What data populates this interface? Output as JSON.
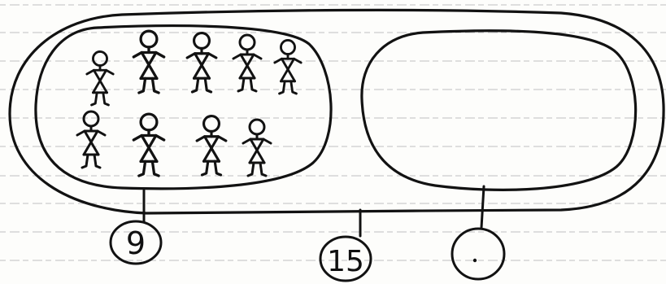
{
  "diagram": {
    "type": "part-whole-model",
    "whole": {
      "label": "15"
    },
    "parts": [
      {
        "label": "9",
        "figures": 9,
        "content": "stick-figures"
      },
      {
        "label": "",
        "figures": 0,
        "content": "empty",
        "mark": "dot"
      }
    ]
  },
  "colors": {
    "ink": "#121212",
    "paper": "#fdfdfb",
    "rule": "#bfc0c2"
  },
  "icons": {
    "figure": "stick-figure-icon"
  }
}
